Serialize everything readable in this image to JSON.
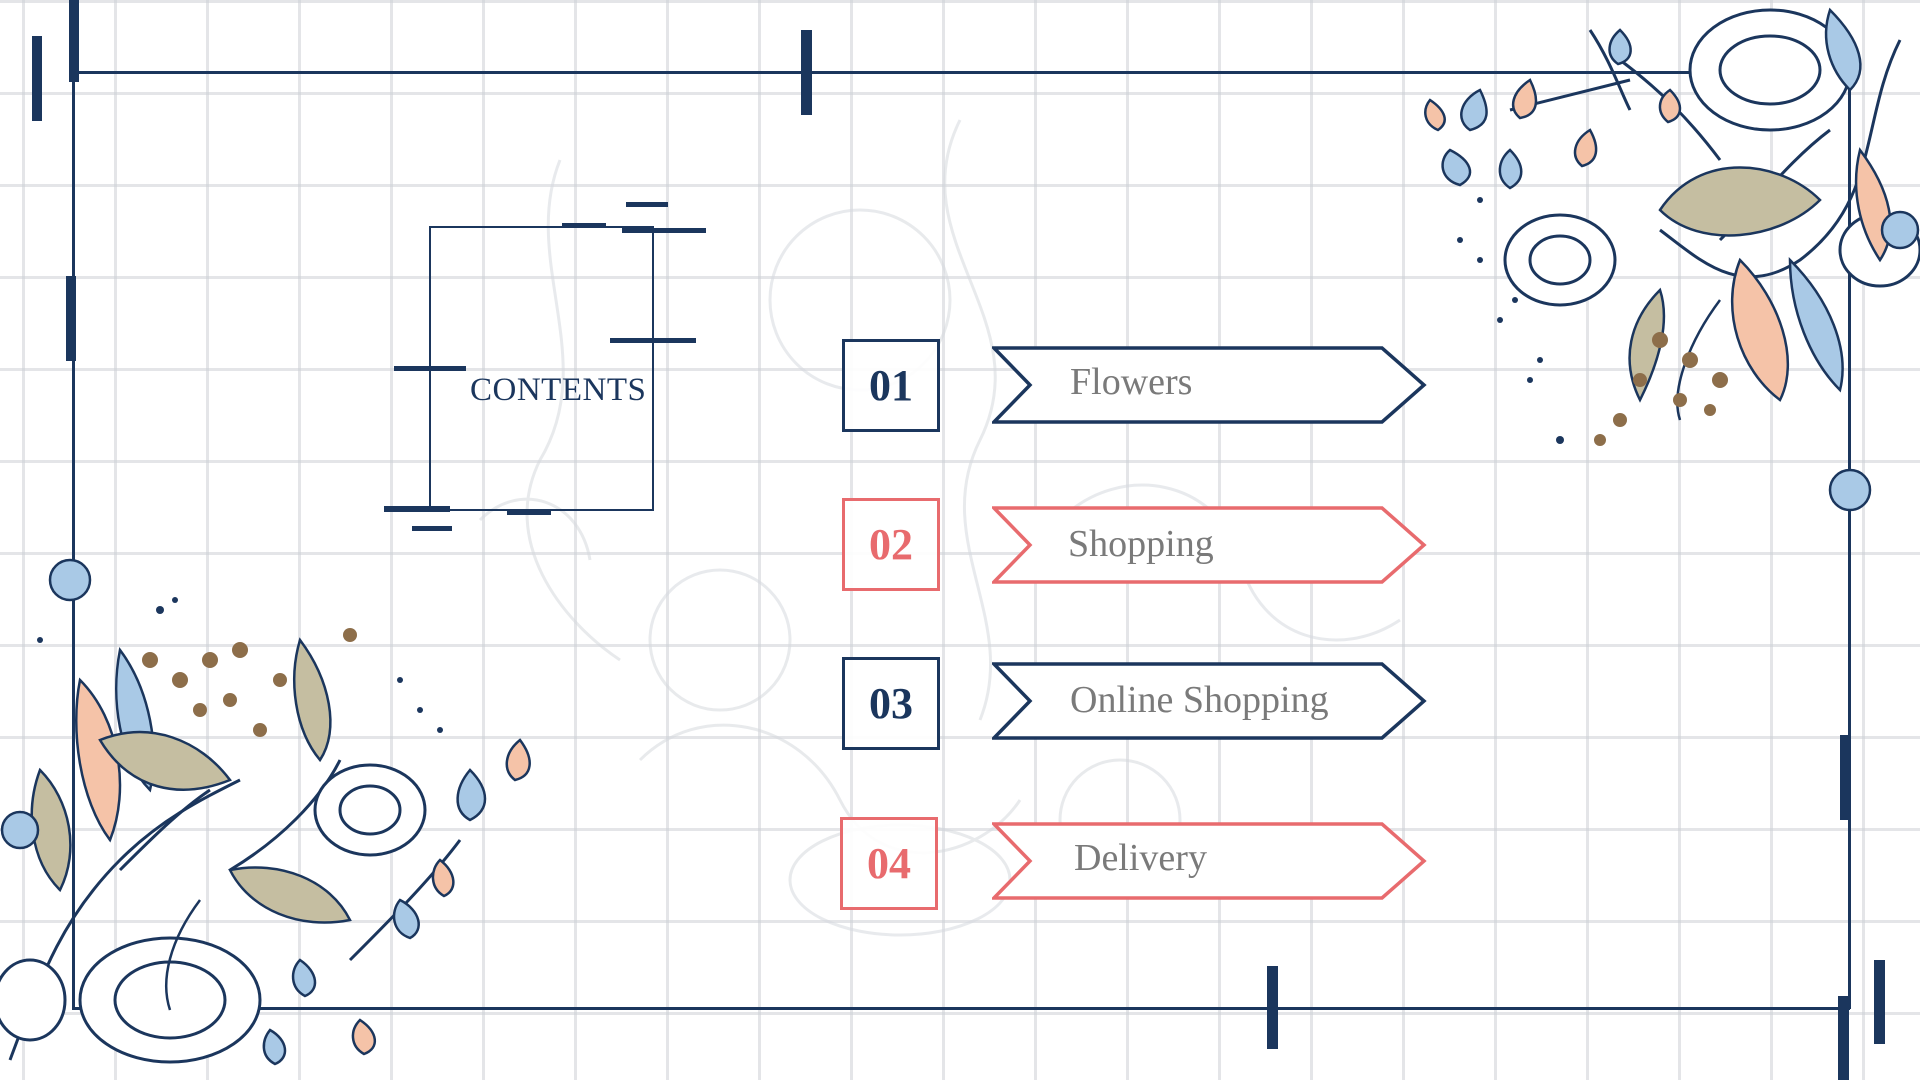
{
  "slide": {
    "title": "CONTENTS",
    "items": [
      {
        "number": "01",
        "label": "Flowers",
        "accent": "#1b365d"
      },
      {
        "number": "02",
        "label": "Shopping",
        "accent": "#e86b6e"
      },
      {
        "number": "03",
        "label": "Online Shopping",
        "accent": "#1b365d"
      },
      {
        "number": "04",
        "label": "Delivery",
        "accent": "#e86b6e"
      }
    ]
  },
  "colors": {
    "navy": "#1b365d",
    "coral": "#e86b6e",
    "peach": "#f5c3a8",
    "light_blue": "#a9c9e6",
    "khaki": "#c5bea1",
    "brown": "#8d6e4a",
    "label_grey": "#7a7a7a"
  },
  "decorations": [
    "floral-corner-top-right",
    "floral-corner-bottom-left",
    "grid-background"
  ]
}
